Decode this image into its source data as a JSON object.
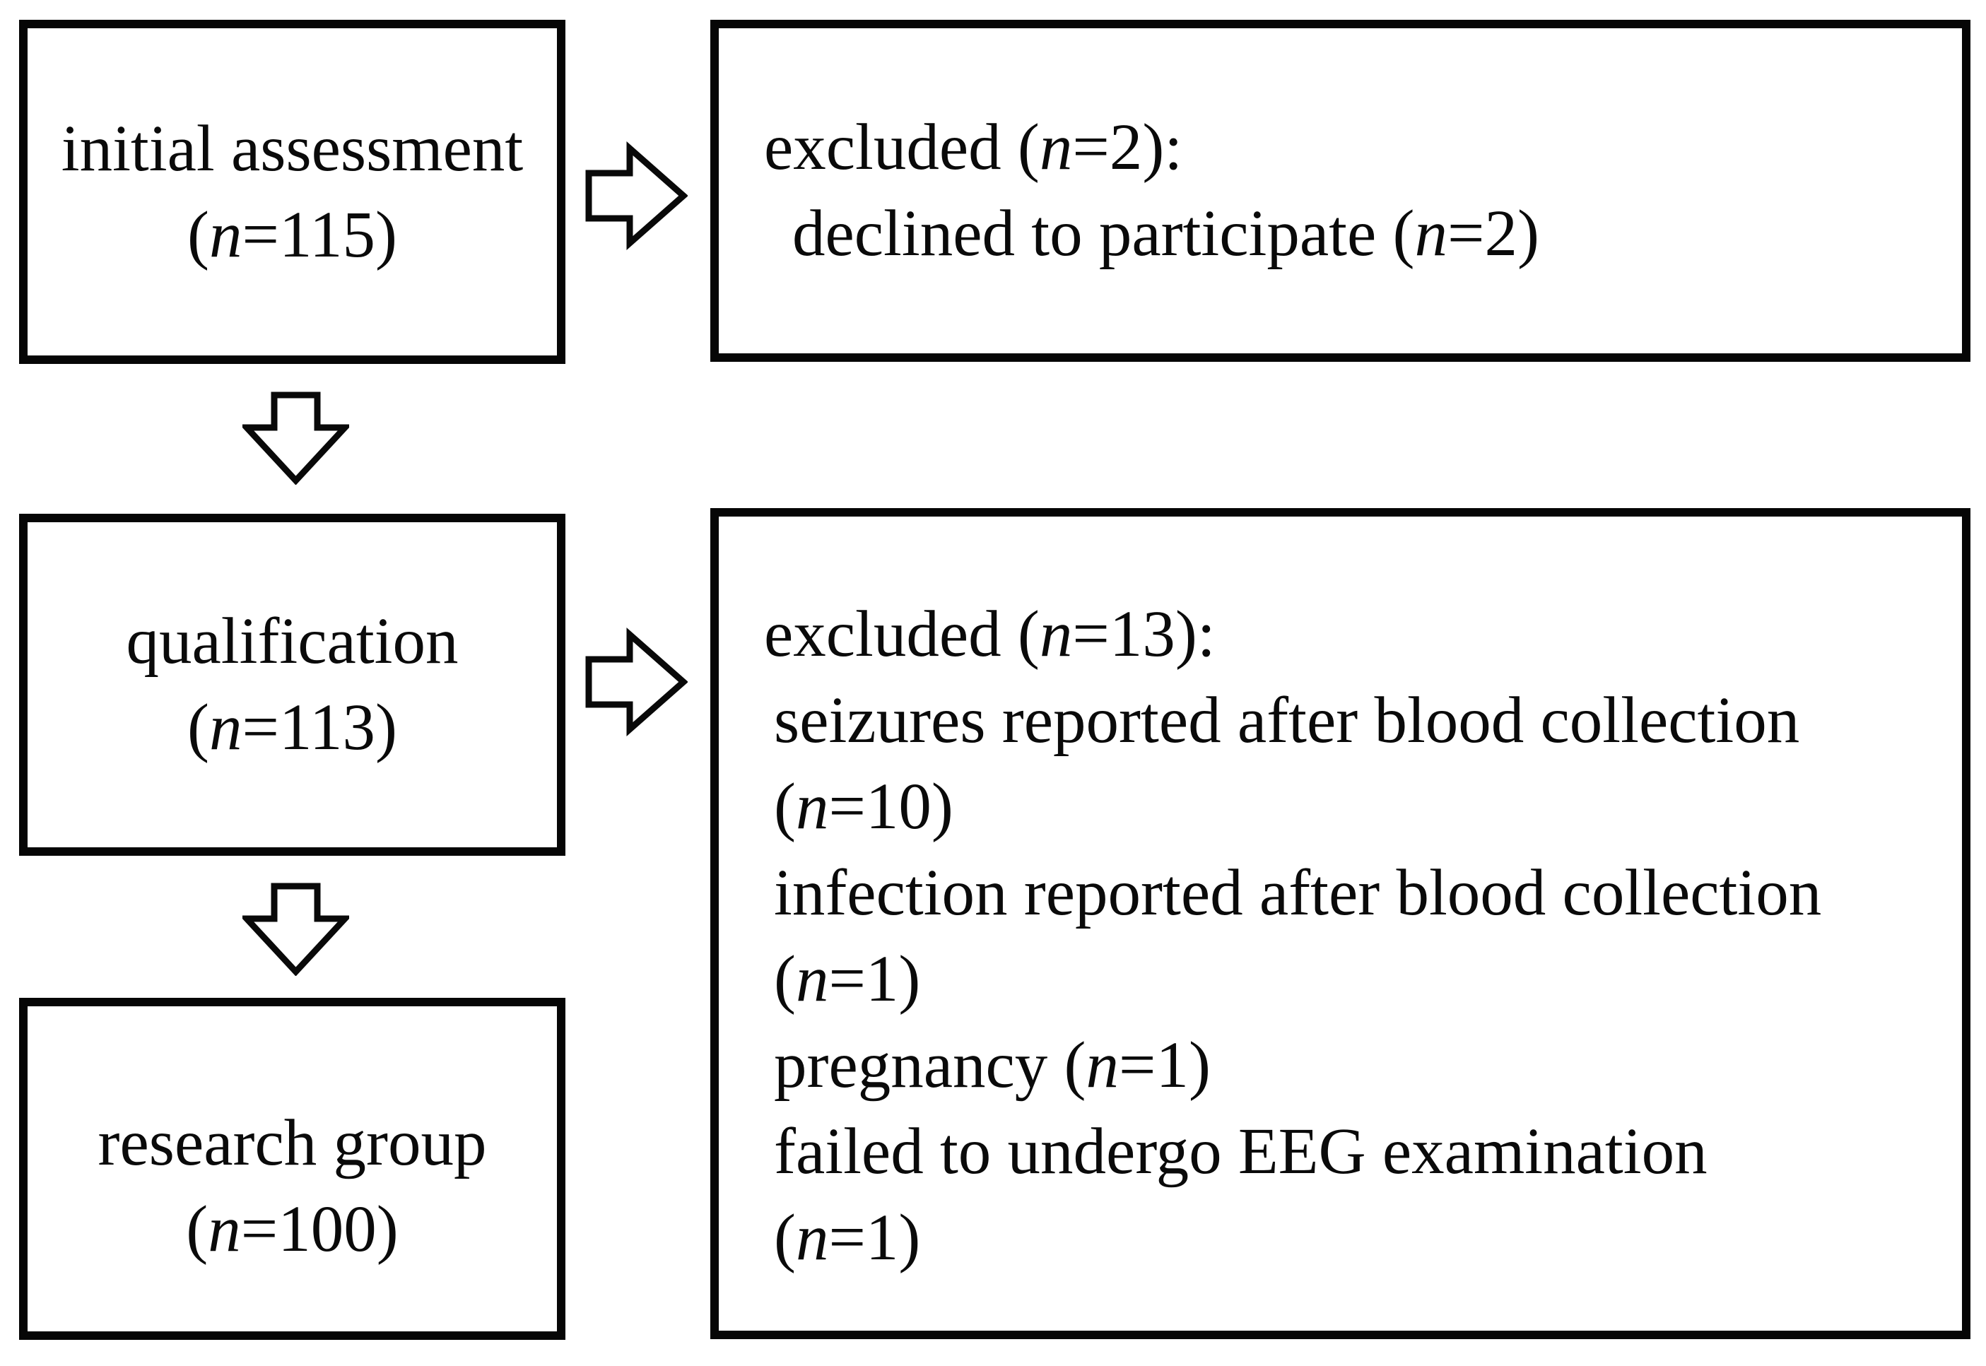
{
  "figure": {
    "kind": "participant-flow-diagram",
    "background_color": "#ffffff",
    "border_color": "#060606",
    "text_color": "#0a0a0a"
  },
  "flow": {
    "initial": {
      "label": "initial assessment (n=115)",
      "lines": [
        {
          "pre": "initial assessment"
        },
        {
          "pre": "(",
          "n": "n",
          "post": "=115)"
        }
      ]
    },
    "excluded1": {
      "label": "excluded (n=2)",
      "lines": [
        {
          "pre": "excluded (",
          "n": "n",
          "post": "=2):"
        },
        {
          "pre": "declined to participate (",
          "n": "n",
          "post": "=2)"
        }
      ]
    },
    "qualification": {
      "label": "qualification (n=113)",
      "lines": [
        {
          "pre": "qualification"
        },
        {
          "pre": "(",
          "n": "n",
          "post": "=113)"
        }
      ]
    },
    "excluded2": {
      "label": "excluded (n=13)",
      "lines": [
        {
          "pre": "excluded (",
          "n": "n",
          "post": "=13):"
        },
        {
          "pre": "seizures reported after blood collection"
        },
        {
          "pre": "(",
          "n": "n",
          "post": "=10)"
        },
        {
          "pre": "infection reported after blood collection"
        },
        {
          "pre": "(",
          "n": "n",
          "post": "=1)"
        },
        {
          "pre": "pregnancy (",
          "n": "n",
          "post": "=1)"
        },
        {
          "pre": "failed to undergo EEG examination"
        },
        {
          "pre": "(",
          "n": "n",
          "post": "=1)"
        }
      ]
    },
    "research": {
      "label": "research group (n=100)",
      "lines": [
        {
          "pre": "research group"
        },
        {
          "pre": "(",
          "n": "n",
          "post": "=100)"
        }
      ]
    }
  }
}
